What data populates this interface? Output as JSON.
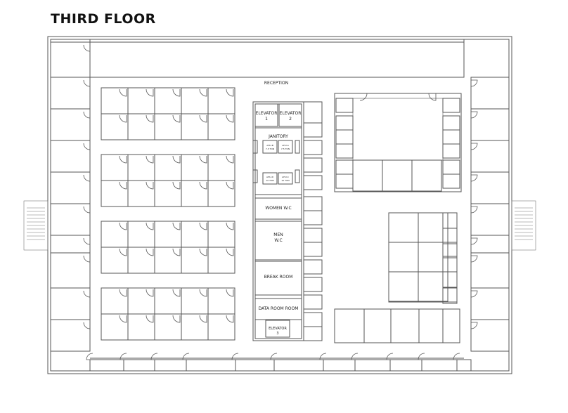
{
  "title": "THIRD FLOOR",
  "labels": {
    "reception": "RECEPTION",
    "elevator_1": [
      "ELEVATOR",
      "1"
    ],
    "elevator_2": [
      "ELEVATOR",
      "2"
    ],
    "janitory": "JANITORY",
    "ahu_b": [
      "AHU-B",
      "7.5 TON"
    ],
    "ahu_a": [
      "AHU-A",
      "7.5 TON"
    ],
    "ahu_d": [
      "AHU-D",
      "10 TON"
    ],
    "ahu_c": [
      "AHU-C",
      "10 TON"
    ],
    "women_wc": "WOMEN W.C",
    "men_wc": [
      "MEN",
      "W.C"
    ],
    "break_room": "BREAK ROOM",
    "data_room": "DATA ROOM ROOM",
    "elevator_3": [
      "ELEVATOR",
      "3"
    ]
  }
}
